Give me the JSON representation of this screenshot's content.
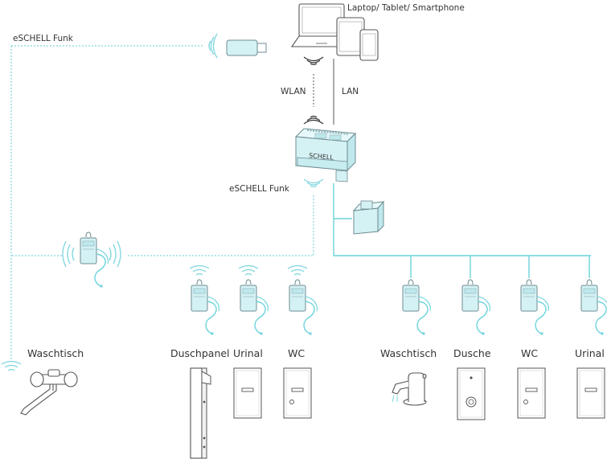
{
  "labels": {
    "devices": "Laptop/ Tablet/ Smartphone",
    "funk_top": "eSCHELL Funk",
    "funk_mid": "eSCHELL Funk",
    "wlan": "WLAN",
    "lan": "LAN",
    "controller_brand": "SCHELL",
    "fixtures": [
      "Waschtisch",
      "Duschpanel",
      "Urinal",
      "WC",
      "Waschtisch",
      "Dusche",
      "WC",
      "Urinal"
    ]
  },
  "colors": {
    "cable": "#6cd3dc",
    "radio": "#7ed6de",
    "device_fill": "#d4f1f4",
    "device_stroke": "#6f8c90",
    "line_gray": "#555555",
    "text": "#333333"
  },
  "icons": [
    "laptop-icon",
    "tablet-icon",
    "smartphone-icon",
    "usb-stick-icon",
    "controller-icon",
    "din-module-icon",
    "repeater-icon",
    "radio-module-icon",
    "wash-basin-faucet-icon",
    "shower-panel-icon",
    "urinal-panel-icon",
    "wc-panel-icon",
    "sensor-faucet-icon",
    "shower-panel-icon",
    "wifi-wave-icon"
  ]
}
